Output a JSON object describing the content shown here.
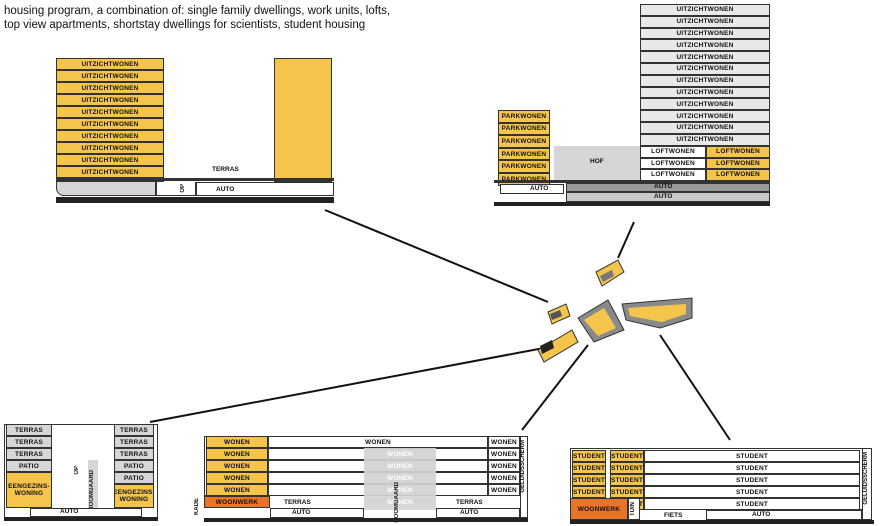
{
  "caption": "housing program, a combination of: single family dwellings, work units, lofts,\ntop view apartments, shortstay dwellings for scientists, student housing",
  "colors": {
    "yellow": "#f4c54a",
    "orange": "#e8742a",
    "grey": "#d6d6d6",
    "dark": "#222222"
  },
  "section_a": {
    "tower_label": "UITZICHTWONEN",
    "terras": "TERRAS",
    "op": "OP",
    "auto": "AUTO"
  },
  "section_b": {
    "tower_label": "UITZICHTWONEN",
    "parkwonen": "PARKWONEN",
    "hof": "HOF",
    "loftwonen": "LOFTWONEN",
    "auto": "AUTO"
  },
  "section_c": {
    "terras": "TERRAS",
    "patio": "PATIO",
    "eengezins": "EENGEZINS-\nWONING",
    "op": "OP",
    "boomgaard": "BOOMGAARD",
    "auto": "AUTO"
  },
  "section_d": {
    "wonen": "WONEN",
    "woonwerk": "WOONWERK",
    "terras": "TERRAS",
    "auto": "AUTO",
    "kade": "KADE",
    "boomgaard": "BOOMGAARD",
    "geluidsscherm": "GELUIDSSCHERM"
  },
  "section_e": {
    "student": "STUDENT",
    "woonwerk": "WOONWERK",
    "tuin": "TUIN",
    "fiets": "FIETS",
    "auto": "AUTO",
    "geluidsscherm": "GELUIDSSCHERM"
  }
}
